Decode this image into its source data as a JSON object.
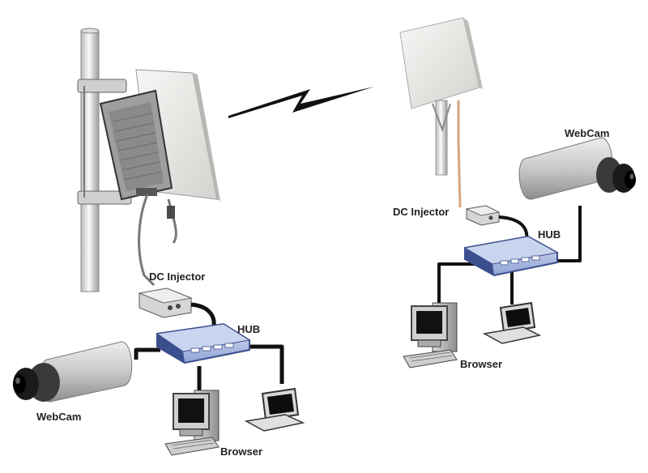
{
  "labels": {
    "left_dc_injector": "DC Injector",
    "left_hub": "HUB",
    "left_webcam": "WebCam",
    "left_browser": "Browser",
    "right_dc_injector": "DC Injector",
    "right_hub": "HUB",
    "right_webcam": "WebCam",
    "right_browser": "Browser"
  },
  "colors": {
    "cable": "#111111",
    "hub_body": "#b9c6e6",
    "hub_trim": "#3b4f8e",
    "antenna_panel": "#e9e9e7",
    "device_gray": "#c7c7c7",
    "lightning": "#111111"
  }
}
